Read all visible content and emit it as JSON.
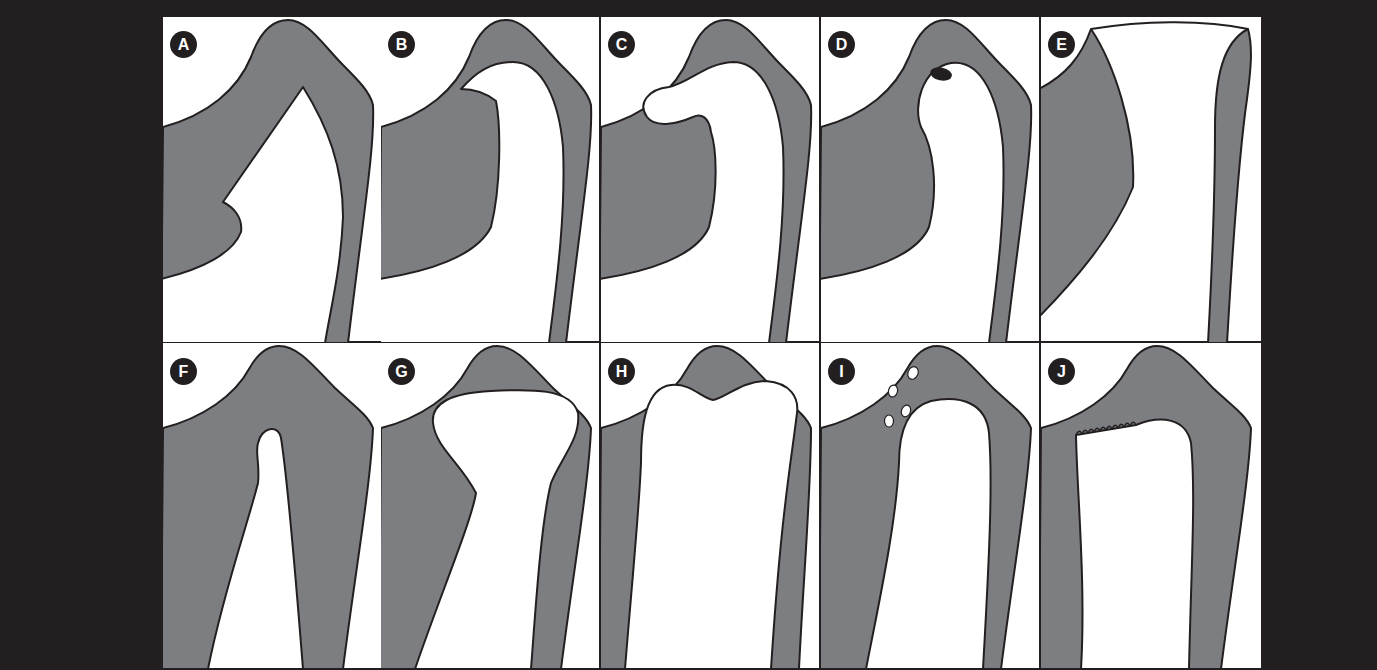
{
  "diagram": {
    "nodes": [
      {
        "text": [
          "A"
        ]
      },
      {
        "text": [
          "B"
        ]
      },
      {
        "text": [
          "C"
        ]
      },
      {
        "text": [
          "D"
        ]
      },
      {
        "text": [
          "E"
        ]
      },
      {
        "text": [
          "F"
        ]
      },
      {
        "text": [
          "G"
        ]
      },
      {
        "text": [
          "H"
        ]
      },
      {
        "text": [
          "I"
        ]
      },
      {
        "text": [
          "J"
        ]
      }
    ]
  }
}
